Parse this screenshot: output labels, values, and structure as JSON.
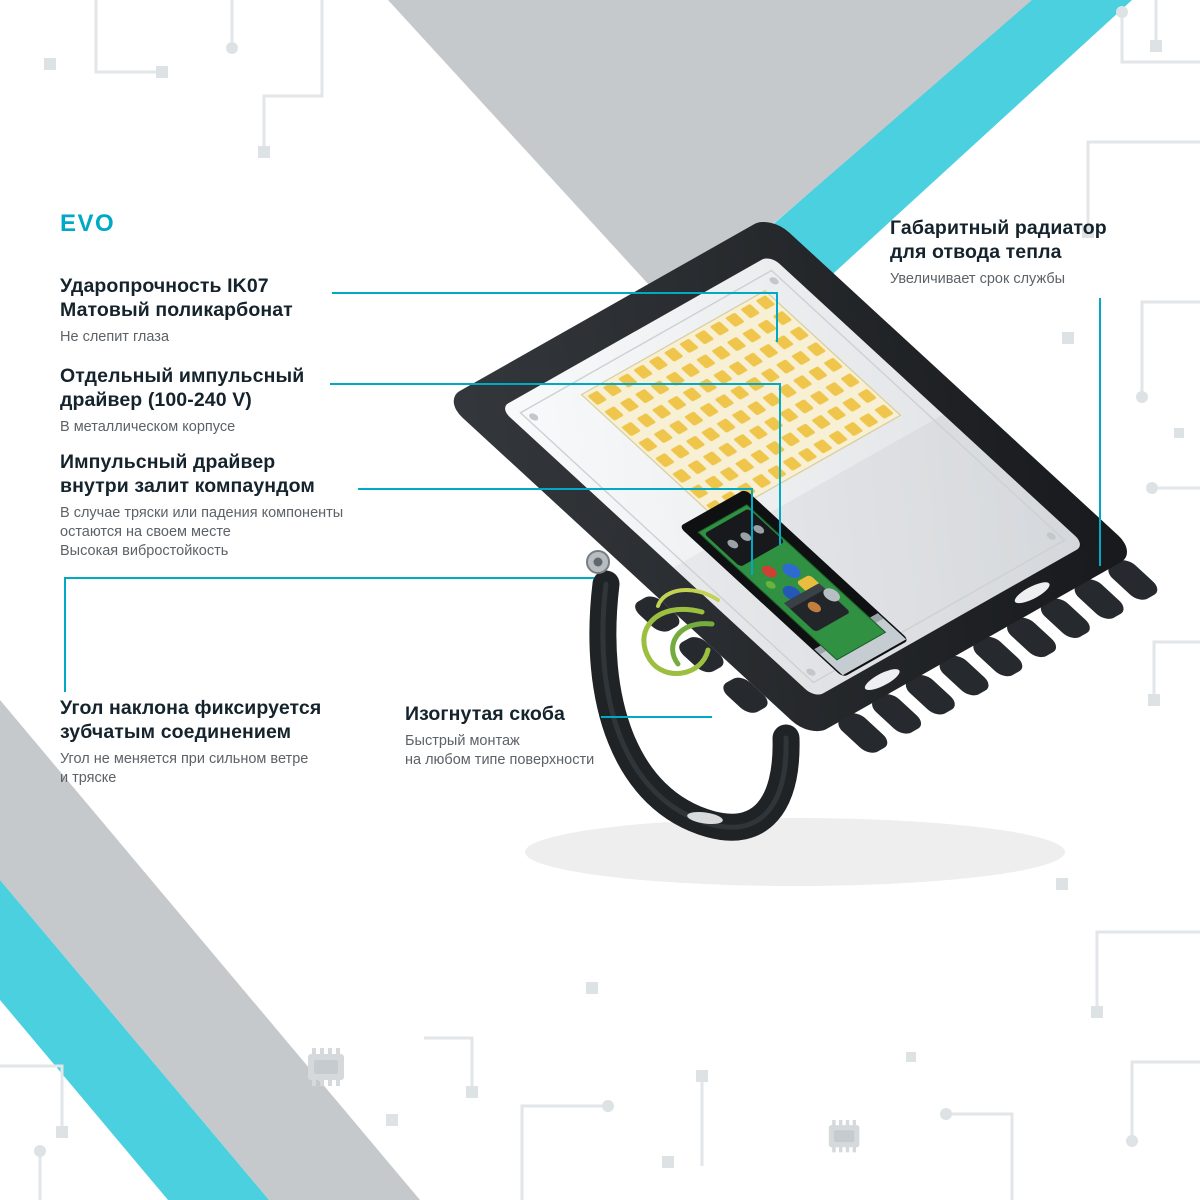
{
  "brand": "EVO",
  "colors": {
    "accent": "#00a9c4",
    "band_cyan": "#4bd0e0",
    "band_gray": "#c6c9cb",
    "heading": "#15232c",
    "body_text": "#5c6267"
  },
  "annotations": [
    {
      "id": "impact",
      "title": "Ударопрочность IK07\nМатовый поликарбонат",
      "body": "Не слепит глаза"
    },
    {
      "id": "driver",
      "title": "Отдельный импульсный\nдрайвер (100-240 V)",
      "body": "В металлическом корпусе"
    },
    {
      "id": "compound",
      "title": "Импульсный драйвер\nвнутри залит компаундом",
      "body": "В случае тряски или падения компоненты\nостаются на своем месте\nВысокая вибростойкость"
    },
    {
      "id": "angle",
      "title": "Угол наклона фиксируется\nзубчатым соединением",
      "body": "Угол не меняется при сильном ветре\nи тряске"
    },
    {
      "id": "bracket",
      "title": "Изогнутая скоба",
      "body": "Быстрый монтаж\nна любом типе поверхности"
    },
    {
      "id": "radiator",
      "title": "Габаритный радиатор\nдля отвода тепла",
      "body": "Увеличивает срок службы"
    }
  ]
}
